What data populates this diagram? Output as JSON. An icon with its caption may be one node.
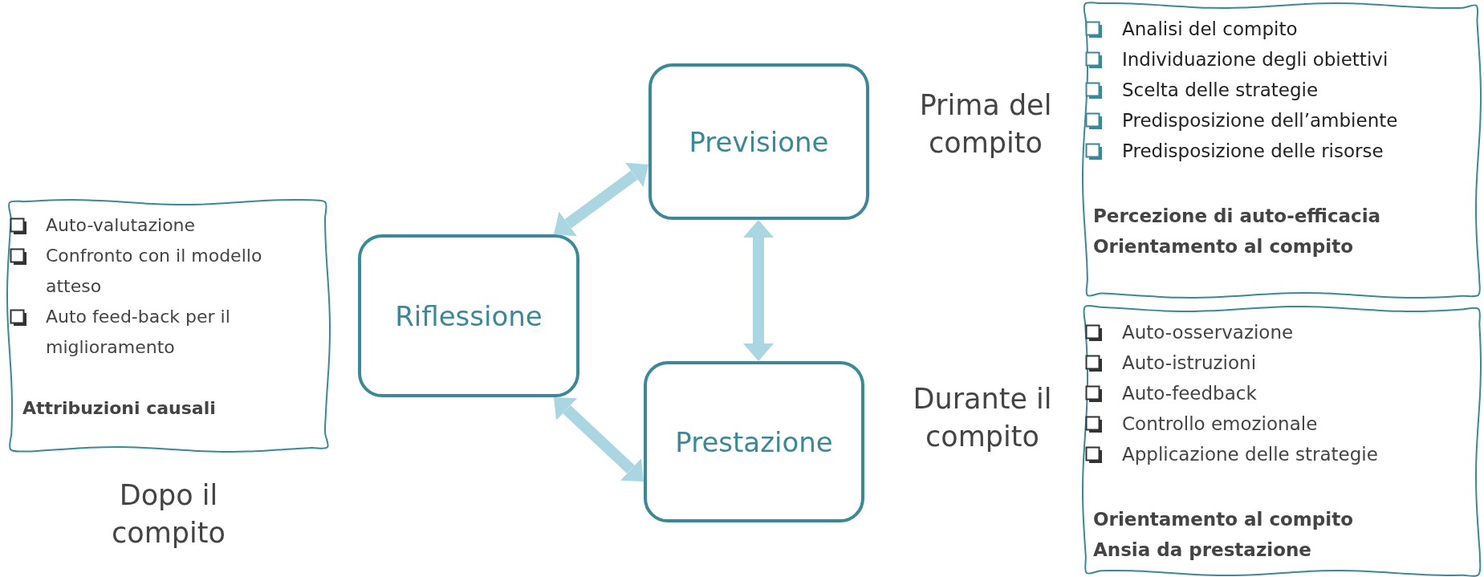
{
  "diagram": {
    "nodes": [
      {
        "text": [
          "Previsione"
        ]
      },
      {
        "text": [
          "Riflessione"
        ]
      },
      {
        "text": [
          "Prestazione"
        ]
      },
      {
        "text": [
          "Auto-valutazione",
          "Confronto con il modello atteso",
          "Auto feed-back per il miglioramento",
          "Attribuzioni causali"
        ]
      },
      {
        "text": [
          "Analisi del compito",
          "Individuazione degli obiettivi",
          "Scelta delle strategie",
          "Predisposizione dell’ambiente",
          "Predisposizione delle risorse",
          "Percezione di auto-efficacia",
          "Orientamento al compito"
        ]
      },
      {
        "text": [
          "Auto-osservazione",
          "Auto-istruzioni",
          "Auto-feedback",
          "Controllo emozionale",
          "Applicazione delle strategie",
          "Orientamento al compito",
          "Ansia da prestazione"
        ]
      }
    ],
    "edges": [
      {
        "from": 1,
        "to": 0,
        "arrow": "both"
      },
      {
        "from": 0,
        "to": 2,
        "arrow": "both"
      },
      {
        "from": 1,
        "to": 2,
        "arrow": "both"
      }
    ],
    "labels": [
      "Prima del compito",
      "Durante il compito",
      "Dopo il compito"
    ]
  }
}
